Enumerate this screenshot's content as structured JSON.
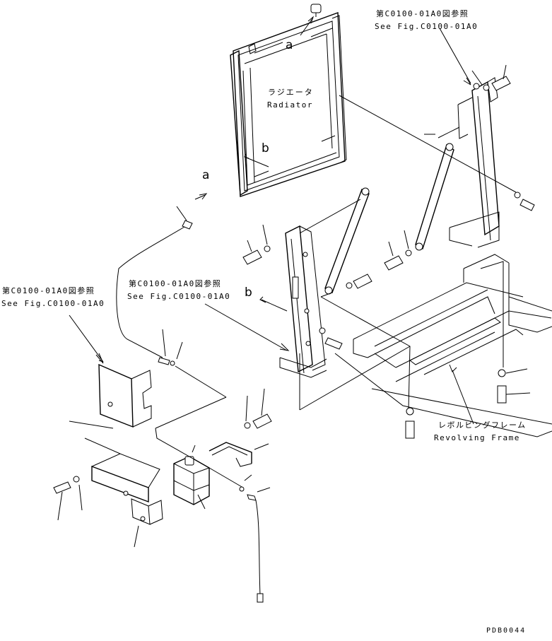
{
  "diagram": {
    "radiator": {
      "jp": "ラジエータ",
      "en": "Radiator"
    },
    "revolving_frame": {
      "jp": "レボルビングフレーム",
      "en": "Revolving Frame"
    },
    "ref_top_right": {
      "jp": "第C0100-01A0図参照",
      "en": "See Fig.C0100-01A0"
    },
    "ref_center": {
      "jp": "第C0100-01A0図参照",
      "en": "See Fig.C0100-01A0"
    },
    "ref_left": {
      "jp": "第C0100-01A0図参照",
      "en": "See Fig.C0100-01A0"
    },
    "marker_a_radiator": "a",
    "marker_b_radiator": "b",
    "marker_a_hose": "a",
    "marker_b_stay": "b",
    "drawing_code": "PDB0044"
  }
}
